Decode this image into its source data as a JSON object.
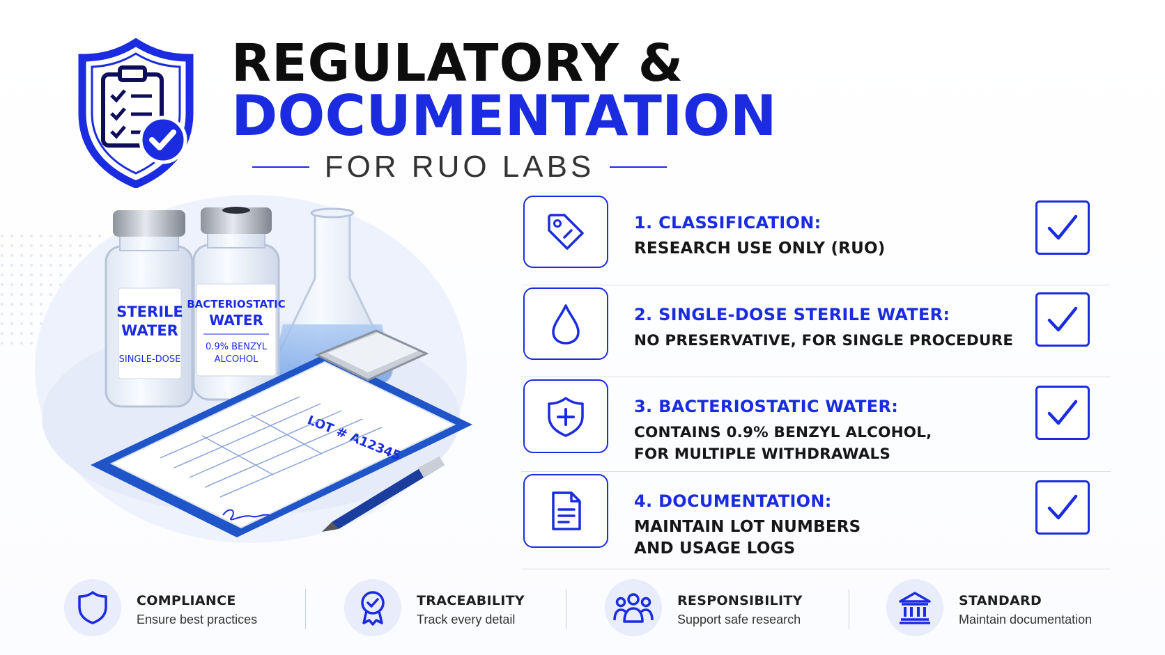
{
  "header": {
    "title_line1": "REGULATORY &",
    "title_line2": "DOCUMENTATION",
    "subtitle": "FOR RUO LABS"
  },
  "illustration": {
    "vial1": {
      "line1": "STERILE",
      "line2": "WATER",
      "sub": "SINGLE-DOSE"
    },
    "vial2": {
      "line1": "BACTERIOSTATIC",
      "line2": "WATER",
      "sub1": "0.9% BENZYL",
      "sub2": "ALCOHOL"
    },
    "clipboard_label": "LOT # A12345"
  },
  "checklist": [
    {
      "title": "1. CLASSIFICATION:",
      "desc": "RESEARCH USE ONLY (RUO)",
      "icon": "tag-icon"
    },
    {
      "title": "2. SINGLE-DOSE STERILE WATER:",
      "desc": "NO PRESERVATIVE, FOR SINGLE PROCEDURE",
      "icon": "droplet-icon"
    },
    {
      "title": "3. BACTERIOSTATIC WATER:",
      "desc": "CONTAINS 0.9% BENZYL ALCOHOL,\nFOR MULTIPLE WITHDRAWALS",
      "icon": "shield-plus-icon"
    },
    {
      "title": "4. DOCUMENTATION:",
      "desc": "MAINTAIN LOT NUMBERS\nAND USAGE LOGS",
      "icon": "document-icon"
    }
  ],
  "footer": [
    {
      "title": "COMPLIANCE",
      "sub": "Ensure best practices",
      "icon": "shield-icon"
    },
    {
      "title": "TRACEABILITY",
      "sub": "Track every detail",
      "icon": "award-badge-icon"
    },
    {
      "title": "RESPONSIBILITY",
      "sub": "Support safe research",
      "icon": "people-icon"
    },
    {
      "title": "STANDARD",
      "sub": "Maintain documentation",
      "icon": "institution-icon"
    }
  ],
  "colors": {
    "accent": "#1a2be0",
    "text": "#111111",
    "footer_circle": "#e8ecfb"
  }
}
